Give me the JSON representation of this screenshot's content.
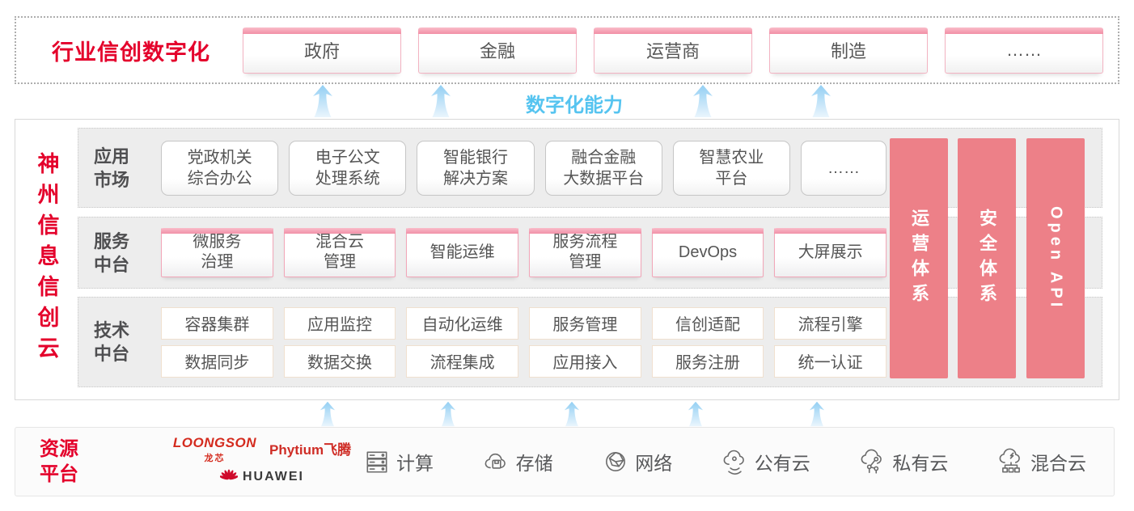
{
  "top": {
    "label": "行业信创数字化",
    "industries": [
      "政府",
      "金融",
      "运营商",
      "制造",
      "……"
    ]
  },
  "capability_label": "数字化能力",
  "platform": {
    "title": "神州信息信创云",
    "rows": [
      {
        "label": "应用\n市场",
        "items": [
          "党政机关\n综合办公",
          "电子公文\n处理系统",
          "智能银行\n解决方案",
          "融合金融\n大数据平台",
          "智慧农业\n平台",
          "……"
        ]
      },
      {
        "label": "服务\n中台",
        "items": [
          "微服务\n治理",
          "混合云\n管理",
          "智能运维",
          "服务流程\n管理",
          "DevOps",
          "大屏展示"
        ]
      },
      {
        "label": "技术\n中台",
        "items_row1": [
          "容器集群",
          "应用监控",
          "自动化运维",
          "服务管理",
          "信创适配",
          "流程引擎"
        ],
        "items_row2": [
          "数据同步",
          "数据交换",
          "流程集成",
          "应用接入",
          "服务注册",
          "统一认证"
        ]
      }
    ],
    "pillars": [
      "运营体系",
      "安全体系",
      "Open API"
    ]
  },
  "resources": {
    "label": "资源\n平台",
    "vendors": {
      "loongson": {
        "name": "LOONGSON",
        "sub": "龙芯"
      },
      "phytium": {
        "name": "Phytium",
        "sub": "飞腾"
      },
      "huawei": {
        "name": "HUAWEI"
      }
    },
    "items": [
      {
        "icon": "compute-icon",
        "label": "计算"
      },
      {
        "icon": "storage-icon",
        "label": "存储"
      },
      {
        "icon": "network-icon",
        "label": "网络"
      },
      {
        "icon": "public-cloud-icon",
        "label": "公有云"
      },
      {
        "icon": "private-cloud-icon",
        "label": "私有云"
      },
      {
        "icon": "hybrid-cloud-icon",
        "label": "混合云"
      }
    ]
  },
  "colors": {
    "accent_red": "#e4002b",
    "pillar_pink": "#ed8088",
    "box_pink_border": "#f2a6b8",
    "capability_blue": "#56c4f0"
  }
}
